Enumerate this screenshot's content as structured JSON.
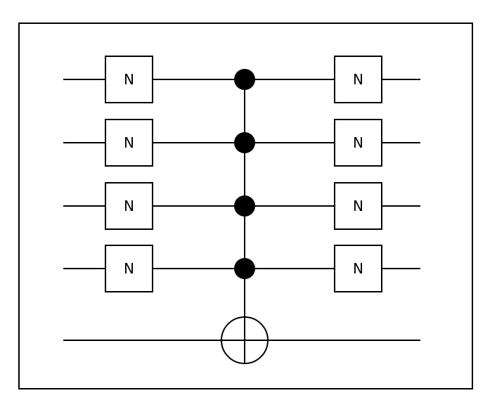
{
  "diagram": {
    "colors": {
      "stroke": "#000000",
      "gate_fill": "#ffffff",
      "dot_fill": "#000000",
      "background": "#ffffff"
    },
    "wires": [
      {
        "id": "q1",
        "left_gate": "N",
        "control": true,
        "right_gate": "N"
      },
      {
        "id": "q2",
        "left_gate": "N",
        "control": true,
        "right_gate": "N"
      },
      {
        "id": "q3",
        "left_gate": "N",
        "control": true,
        "right_gate": "N"
      },
      {
        "id": "q4",
        "left_gate": "N",
        "control": true,
        "right_gate": "N"
      },
      {
        "id": "q5",
        "left_gate": "",
        "target": true,
        "right_gate": ""
      }
    ]
  }
}
